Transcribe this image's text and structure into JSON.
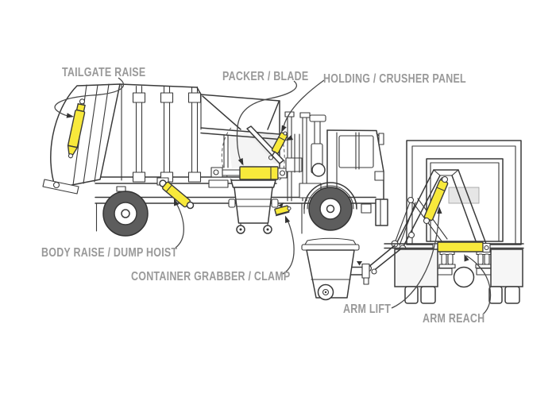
{
  "diagram": {
    "labels": {
      "tailgate_raise": "TAILGATE RAISE",
      "packer_blade": "PACKER / BLADE",
      "holding_crusher_panel": "HOLDING / CRUSHER PANEL",
      "body_raise_dump_hoist": "BODY RAISE / DUMP HOIST",
      "container_grabber_clamp": "CONTAINER GRABBER / CLAMP",
      "arm_lift": "ARM LIFT",
      "arm_reach": "ARM REACH"
    },
    "colors": {
      "cylinder_yellow": "#F8E93B",
      "outline": "#3A3A3A",
      "label_gray": "#999999",
      "tire_gray": "#5D5D5D",
      "light_gray": "#ECECEC",
      "background": "#FFFFFF"
    }
  }
}
